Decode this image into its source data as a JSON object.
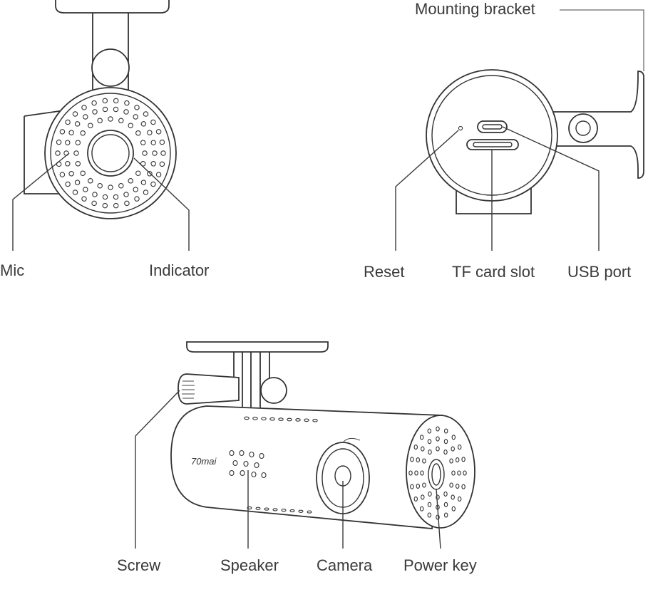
{
  "labels": {
    "mic": "Mic",
    "indicator": "Indicator",
    "mounting_bracket": "Mounting bracket",
    "reset": "Reset",
    "tf_card_slot": "TF card slot",
    "usb_port": "USB port",
    "screw": "Screw",
    "speaker": "Speaker",
    "camera": "Camera",
    "power_key": "Power key"
  },
  "brand": {
    "logo_text": "70mai"
  }
}
